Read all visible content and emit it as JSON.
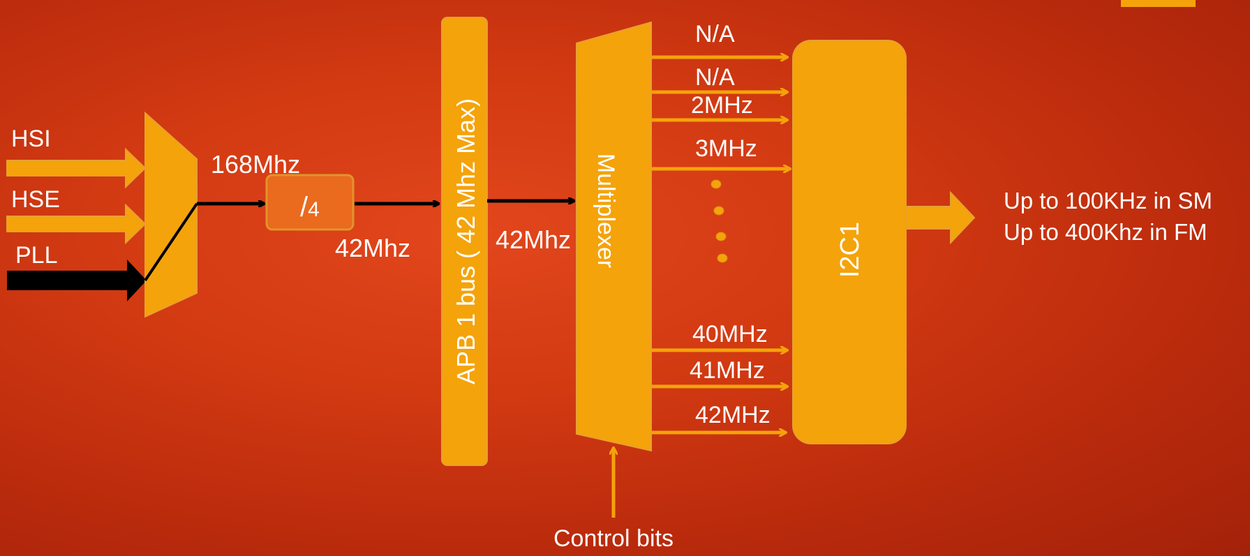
{
  "inputs": {
    "hsi": "HSI",
    "hse": "HSE",
    "pll": "PLL"
  },
  "pll_freq": "168Mhz",
  "divider": {
    "slash": "/",
    "value": "4"
  },
  "after_divider_freq": "42Mhz",
  "apb_bus": "APB 1 bus ( 42 Mhz Max)",
  "apb_output_freq": "42Mhz",
  "multiplexer": "Multiplexer",
  "mux_outputs": [
    "N/A",
    "N/A",
    "2MHz",
    "3MHz",
    "40MHz",
    "41MHz",
    "42MHz"
  ],
  "i2c": "I2C1",
  "speeds": {
    "sm": "Up to 100KHz in SM",
    "fm": "Up to 400Khz in FM"
  },
  "control": "Control bits",
  "colors": {
    "block": "#f4a30a",
    "block_border": "#e59a12",
    "arrow": "#000000",
    "text": "#ffffff"
  }
}
